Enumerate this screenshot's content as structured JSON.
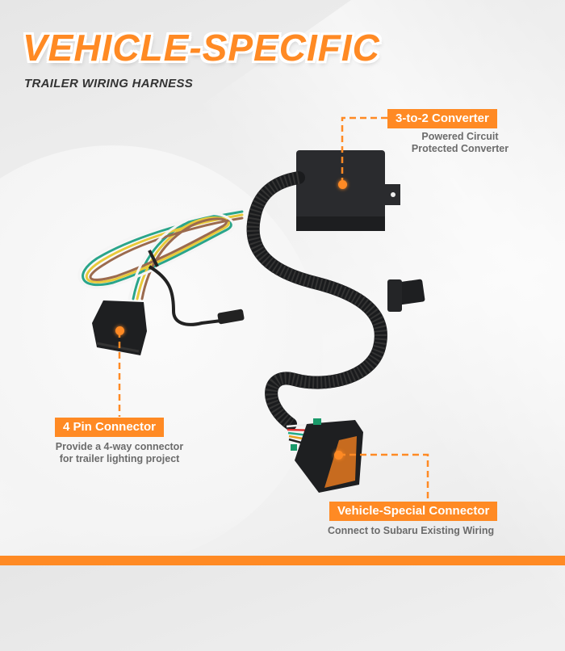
{
  "header": {
    "title": "VEHICLE-SPECIFIC",
    "subtitle": "TRAILER WIRING HARNESS"
  },
  "callouts": [
    {
      "label": "3-to-2 Converter",
      "description_lines": [
        "Powered Circuit",
        "Protected Converter"
      ]
    },
    {
      "label": "4 Pin Connector",
      "description_lines": [
        "Provide a 4-way connector",
        "for trailer lighting project"
      ]
    },
    {
      "label": "Vehicle-Special Connector",
      "description_lines": [
        "Connect to Subaru Existing Wiring"
      ]
    }
  ],
  "colors": {
    "accent": "#ff8a24",
    "description_text": "#6b6b6b",
    "subtitle_text": "#333333",
    "product_black": "#1e1f21"
  }
}
